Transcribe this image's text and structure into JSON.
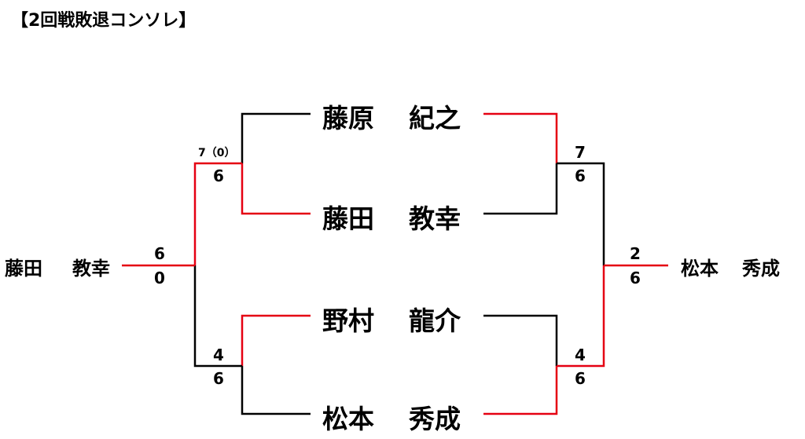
{
  "title": "【2回戦敗退コンソレ】",
  "colors": {
    "win_line": "#e50012",
    "lose_line": "#000000"
  },
  "players": [
    {
      "family": "藤原",
      "given": "紀之"
    },
    {
      "family": "藤田",
      "given": "教幸"
    },
    {
      "family": "野村",
      "given": "龍介"
    },
    {
      "family": "松本",
      "given": "秀成"
    }
  ],
  "left_side": {
    "winner": {
      "family": "藤田",
      "given": "教幸"
    },
    "semi_top": {
      "score_upper": "7（0）",
      "score_lower": "6"
    },
    "semi_bottom": {
      "score_upper": "4",
      "score_lower": "6"
    },
    "final": {
      "score_upper": "6",
      "score_lower": "0"
    }
  },
  "right_side": {
    "winner": {
      "family": "松本",
      "given": "秀成"
    },
    "semi_top": {
      "score_upper": "7",
      "score_lower": "6"
    },
    "semi_bottom": {
      "score_upper": "4",
      "score_lower": "6"
    },
    "final": {
      "score_upper": "2",
      "score_lower": "6"
    }
  }
}
